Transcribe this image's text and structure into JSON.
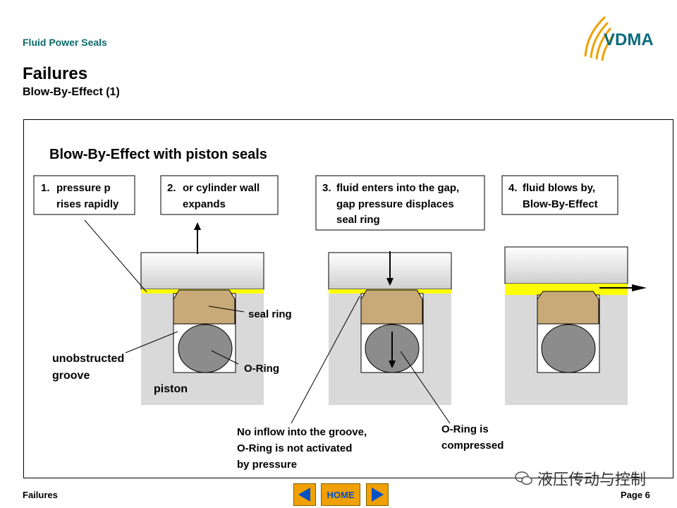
{
  "header": {
    "section": "Fluid Power Seals",
    "title": "Failures",
    "subtitle": "Blow-By-Effect (1)",
    "logo_text": "VDMA"
  },
  "diagram": {
    "heading": "Blow-By-Effect with piston seals",
    "steps": [
      {
        "num": "1.",
        "line1": "pressure p",
        "line2": "rises rapidly",
        "line3": ""
      },
      {
        "num": "2.",
        "line1": "or cylinder wall",
        "line2": "expands",
        "line3": ""
      },
      {
        "num": "3.",
        "line1": "fluid enters into the gap,",
        "line2": "gap pressure displaces",
        "line3": "seal ring"
      },
      {
        "num": "4.",
        "line1": "fluid blows by,",
        "line2": "Blow-By-Effect",
        "line3": ""
      }
    ],
    "labels": {
      "seal_ring": "seal ring",
      "o_ring": "O-Ring",
      "unobstructed_1": "unobstructed",
      "unobstructed_2": "groove",
      "piston": "piston",
      "no_inflow_1": "No inflow into the groove,",
      "no_inflow_2": "O-Ring is not activated",
      "no_inflow_3": "by pressure",
      "compressed_1": "O-Ring is",
      "compressed_2": "compressed"
    }
  },
  "footer": {
    "left": "Failures",
    "home": "HOME",
    "page": "Page 6",
    "watermark": "液压传动与控制"
  },
  "colors": {
    "section_title": "#0a6b6b",
    "seal": "#c8aa78",
    "oring": "#8c8c8c",
    "groove_bg": "#d9d9d9",
    "fluid": "#ffff00",
    "nav": "#f0a000",
    "nav_arrow": "#0050c8"
  }
}
